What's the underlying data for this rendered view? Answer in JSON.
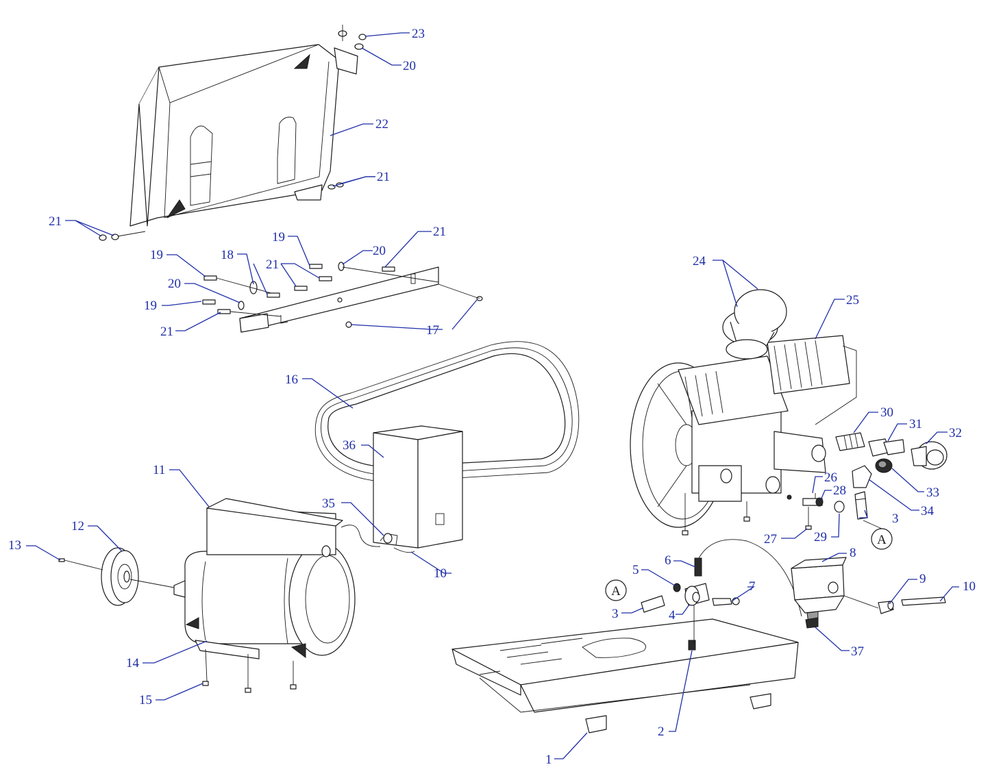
{
  "diagram": {
    "callouts": [
      "1",
      "2",
      "3",
      "4",
      "5",
      "6",
      "7",
      "8",
      "9",
      "10",
      "11",
      "12",
      "13",
      "14",
      "15",
      "16",
      "17",
      "18",
      "19",
      "20",
      "21",
      "22",
      "23",
      "24",
      "25",
      "26",
      "27",
      "28",
      "29",
      "30",
      "31",
      "32",
      "33",
      "34",
      "35",
      "36",
      "37"
    ],
    "connector_label": "A",
    "line_color": "#1f2ea8"
  }
}
